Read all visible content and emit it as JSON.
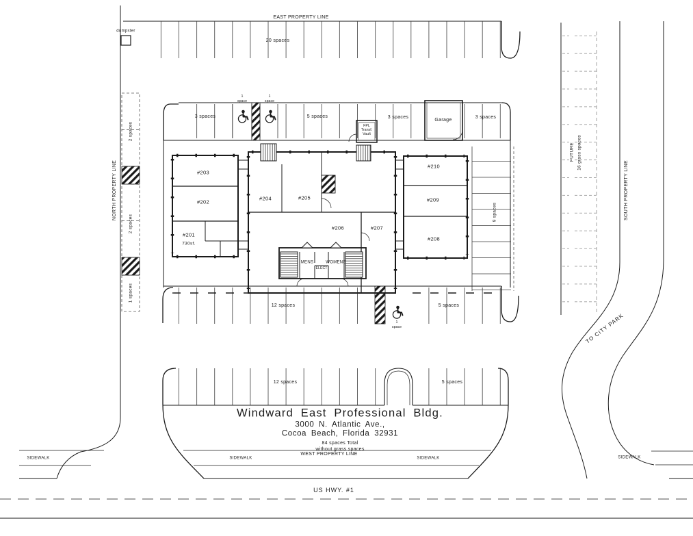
{
  "colors": {
    "ink": "#1a1a1a",
    "paper": "#ffffff"
  },
  "title_block": {
    "building_name": "Windward East Professional Bldg.",
    "address": "3000 N. Atlantic Ave.,",
    "city": "Cocoa Beach, Florida 32931",
    "total_note_line1": "84 spaces Total",
    "total_note_line2": "without grass spaces"
  },
  "streets": {
    "highway": "US HWY. #1",
    "to_city_park": "TO CITY PARK",
    "sidewalk": "SIDEWALK"
  },
  "property_lines": {
    "east": "EAST PROPERTY LINE",
    "north": "NORTH PROPERTY LINE",
    "south": "SOUTH PROPERTY LINE",
    "west": "WEST PROPERTY LINE"
  },
  "parking": {
    "north_row": "20 spaces",
    "west_column": {
      "block1": "2 spaces",
      "block2": "2 spaces",
      "block3": "1 spaces"
    },
    "upper_row": {
      "left": "3 spaces",
      "center": "5 spaces",
      "mid_right": "3 spaces",
      "right": "3 spaces"
    },
    "east_column": "9 spaces",
    "middle_row": {
      "left": "12 spaces",
      "right": "5 spaces"
    },
    "south_row": {
      "left": "12 spaces",
      "right": "5 spaces"
    },
    "handicap_space": {
      "line1": "1",
      "line2": "space"
    },
    "future_column": {
      "line1": "FUTURE",
      "line2": "16 grass spaces"
    }
  },
  "site_features": {
    "dumpster": "dumpster",
    "garage": "Garage",
    "fpl_vault": {
      "line1": "FPL",
      "line2": "Transf.",
      "line3": "Vault"
    }
  },
  "building": {
    "units": {
      "u201": "#201",
      "u201_area": "730sf.",
      "u202": "#202",
      "u203": "#203",
      "u204": "#204",
      "u205": "#205",
      "u206": "#206",
      "u207": "#207",
      "u208": "#208",
      "u209": "#209",
      "u210": "#210"
    },
    "rooms": {
      "mens": "MENS",
      "elect": "ELECT",
      "womens": "WOMENS"
    }
  }
}
